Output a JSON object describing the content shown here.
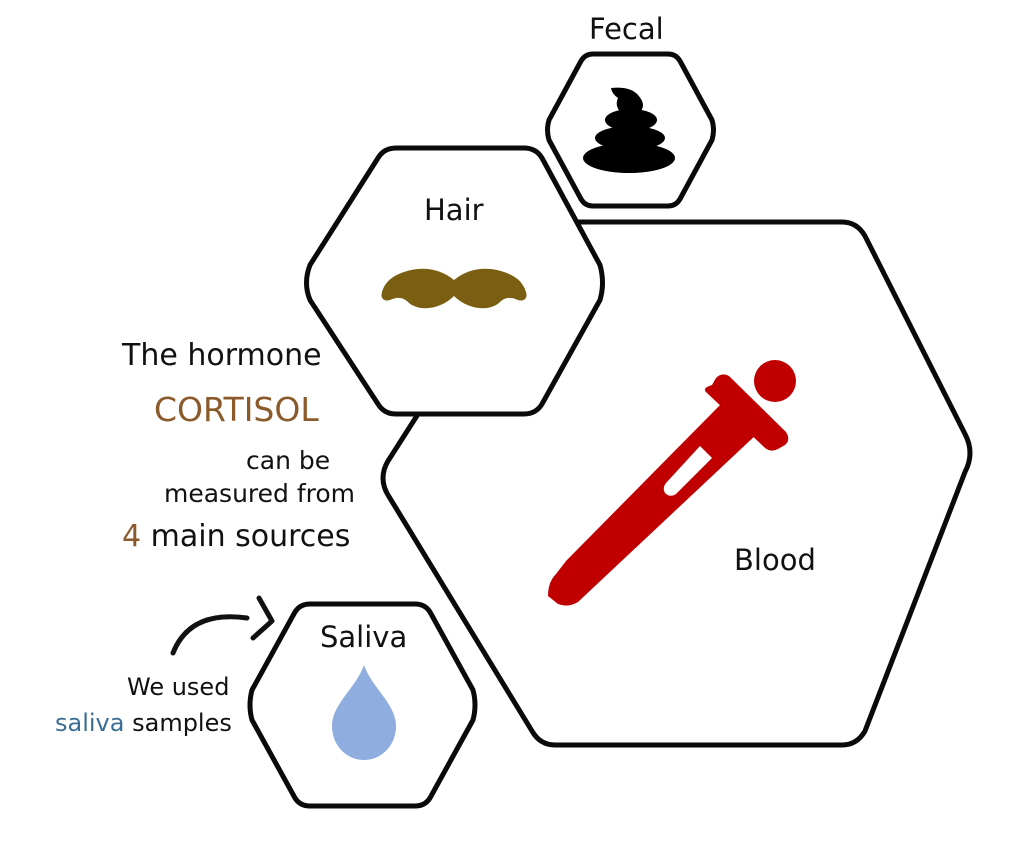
{
  "hexagons": {
    "fecal": {
      "label": "Fecal",
      "icon": "poop-icon"
    },
    "hair": {
      "label": "Hair",
      "icon": "mustache-icon"
    },
    "blood": {
      "label": "Blood",
      "icon": "dropper-icon"
    },
    "saliva": {
      "label": "Saliva",
      "icon": "drop-icon"
    }
  },
  "intro": {
    "line1": "The hormone",
    "highlight": "CORTISOL",
    "line2": "can be",
    "line3": "measured from",
    "count": "4",
    "line4": "main sources"
  },
  "note": {
    "line1": "We used",
    "highlight": "saliva",
    "line2_rest": "samples"
  },
  "colors": {
    "outline": "#0a0a0a",
    "cortisol": "#8b5a2b",
    "saliva_text": "#3c6e94",
    "mustache": "#7a5f12",
    "dropper": "#c00000",
    "drop": "#8fadde",
    "poop": "#000000"
  }
}
